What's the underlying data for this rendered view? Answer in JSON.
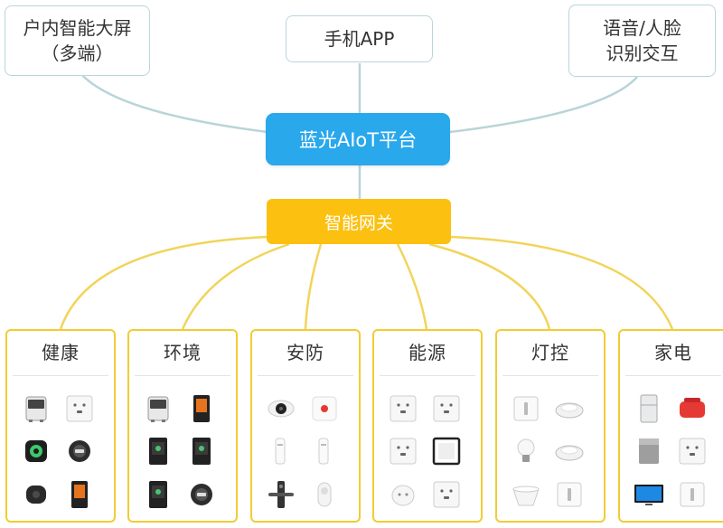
{
  "top": {
    "indoor_screen": [
      "户内智能大屏",
      "（多端）"
    ],
    "mobile_app": "手机APP",
    "voice_face": [
      "语音/人脸",
      "识别交互"
    ]
  },
  "platform": "蓝光AIoT平台",
  "gateway": "智能网关",
  "colors": {
    "platform": "#29a8ec",
    "gateway": "#fcc010",
    "category_border": "#f2cc35",
    "top_border": "#b8d6dc",
    "connector_top": "#b9d4da",
    "connector_bottom": "#f2d45a"
  },
  "categories": [
    {
      "label": "健康",
      "devices": [
        "air-purifier",
        "wall-outlet",
        "air-monitor",
        "round-sensor",
        "smart-speaker",
        "wall-display"
      ]
    },
    {
      "label": "环境",
      "devices": [
        "air-purifier",
        "wall-display",
        "thermostat-black",
        "thermostat-black",
        "thermostat-black",
        "round-sensor"
      ]
    },
    {
      "label": "安防",
      "devices": [
        "security-camera",
        "panic-button",
        "door-sensor",
        "door-sensor",
        "smart-lock",
        "motion-sensor"
      ]
    },
    {
      "label": "能源",
      "devices": [
        "wall-outlet",
        "wall-outlet",
        "wall-outlet",
        "energy-panel",
        "plug-adapter",
        "wall-outlet"
      ]
    },
    {
      "label": "灯控",
      "devices": [
        "light-switch",
        "ceiling-light",
        "light-bulb",
        "ceiling-light",
        "downlight",
        "light-switch"
      ]
    },
    {
      "label": "家电",
      "devices": [
        "refrigerator",
        "rice-cooker",
        "washing-machine",
        "wall-outlet",
        "television",
        "light-switch"
      ]
    }
  ]
}
